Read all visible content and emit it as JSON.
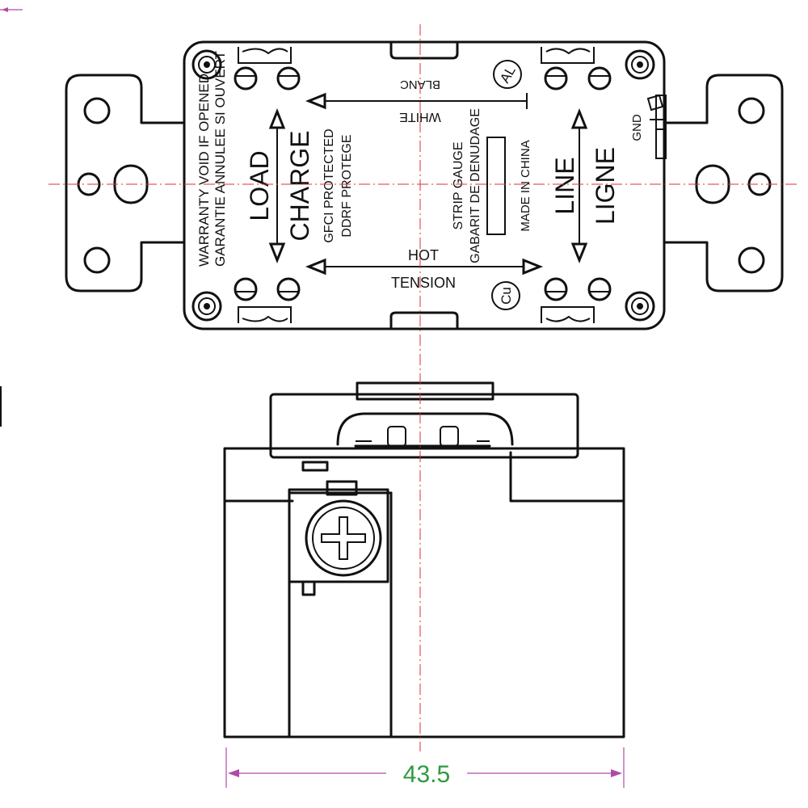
{
  "labels": {
    "load": "LOAD",
    "charge": "CHARGE",
    "gfci_protected": "GFCI PROTECTED",
    "ddrf_protege": "DDRF PROTEGE",
    "warranty_en": "WARRANTY VOID IF OPENED",
    "warranty_fr": "GARANTIE ANNULEE SI OUVERT",
    "white": "WHITE",
    "blanc": "BLANC",
    "hot": "HOT",
    "tension": "TENSION",
    "strip_gauge": "STRIP GAUGE",
    "gabarit": "GABARIT DE DENUDAGE",
    "made_in_china": "MADE IN CHINA",
    "line": "LINE",
    "ligne": "LIGNE",
    "gnd": "GND",
    "al_mark": "AL",
    "cu_mark": "Cu"
  },
  "dimension": {
    "width_value": "43.5"
  },
  "colors": {
    "outline": "#111111",
    "centerline": "#d9323c",
    "dimension_line": "#b04aa6",
    "dimension_text": "#2f9a3f"
  }
}
